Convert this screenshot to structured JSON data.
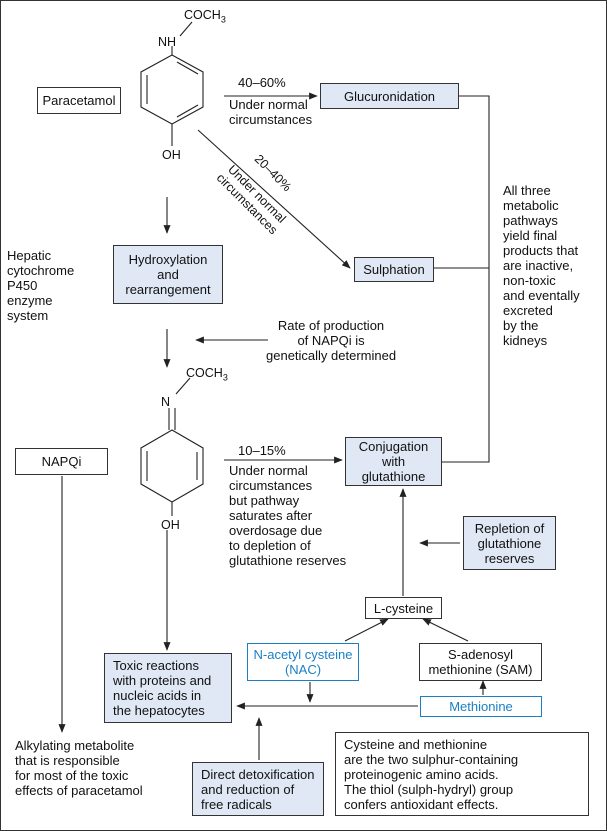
{
  "paracetamol": {
    "label": "Paracetamol",
    "substituent_top": "COCH",
    "substituent_top_sub": "3",
    "nh": "H",
    "n": "N",
    "oh": "OH"
  },
  "napqi_structure": {
    "substituent_top": "COCH",
    "substituent_top_sub": "3",
    "n": "N",
    "oh": "OH"
  },
  "boxes": {
    "glucuronidation": "Glucuronidation",
    "sulphation": "Sulphation",
    "hydroxylation": "Hydroxylation\nand\nrearrangement",
    "napqi": "NAPQi",
    "conjugation": "Conjugation with\nglutathione",
    "repletion": "Repletion of\nglutathione\nreserves",
    "l_cysteine": "L-cysteine",
    "nac": "N-acetyl cysteine\n(NAC)",
    "sam": "S-adenosyl\nmethionine (SAM)",
    "methionine": "Methionine",
    "toxic": "Toxic reactions\nwith proteins and\nnucleic acids in\nthe hepatocytes",
    "detox": "Direct detoxification\nand reduction of\nfree radicals",
    "note": "Cysteine and methionine\nare the two sulphur-containing\nproteinogenic amino acids.\nThe thiol (sulph-hydryl) group\nconfers antioxidant effects."
  },
  "labels": {
    "gluc_pct": "40–60%",
    "gluc_cond": "Under normal\ncircumstances",
    "sulph_pct": "20–40%",
    "sulph_cond": "Under normal\ncircumstances",
    "conj_pct": "10–15%",
    "conj_cond": "Under normal\ncircumstances\nbut pathway\nsaturates after\noverdosage due\nto depletion of\nglutathione reserves",
    "hepatic": "Hepatic\ncytochrome\nP450\nenzyme\nsystem",
    "rate": "Rate of production\nof NAPQi is\ngenetically determined",
    "all_three": "All three\nmetabolic\npathways\nyield final\nproducts that\nare inactive,\nnon-toxic\nand eventally\nexcreted\nby the\nkidneys",
    "alkylating": "Alkylating metabolite\nthat is responsible\nfor most of the toxic\neffects of paracetamol"
  },
  "colors": {
    "box_fill": "#dfe8f4",
    "accent_blue": "#1a7fc4",
    "line": "#333333"
  }
}
